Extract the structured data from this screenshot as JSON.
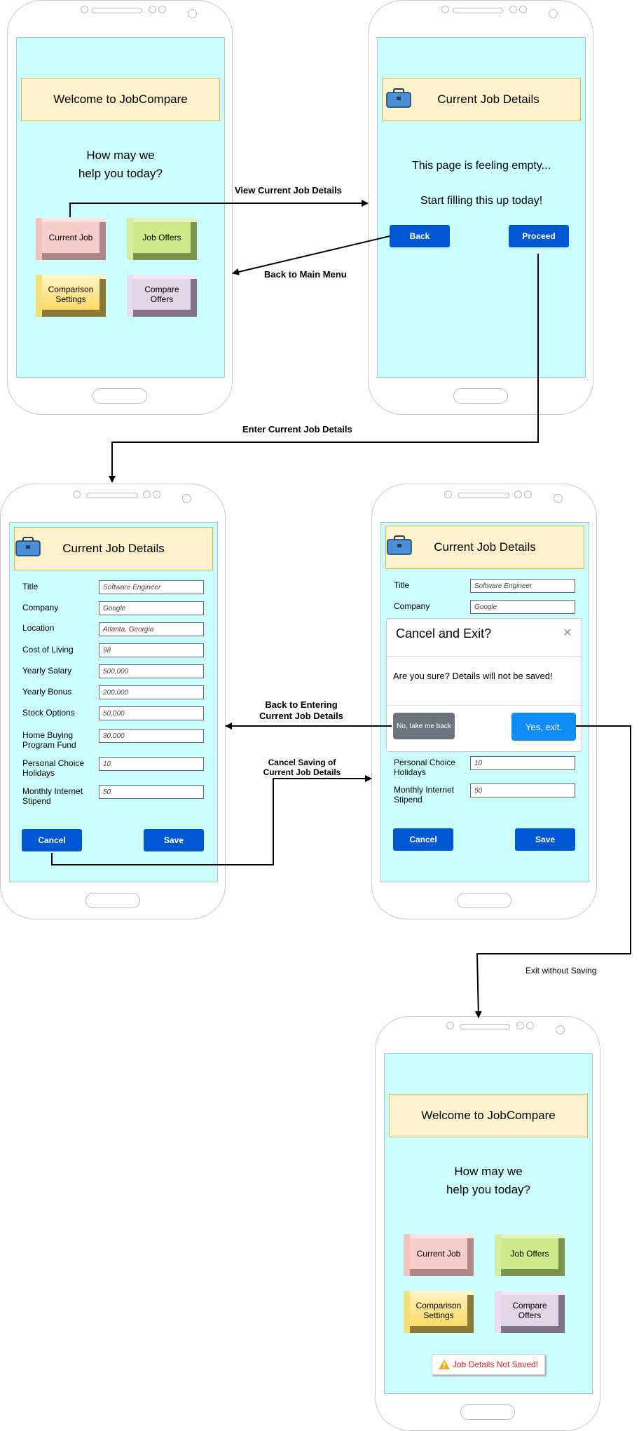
{
  "app_title": "Welcome to JobCompare",
  "greeting_line1": "How may we",
  "greeting_line2": "help you today?",
  "menu": {
    "current_job": "Current Job",
    "job_offers": "Job Offers",
    "comparison_settings_1": "Comparison",
    "comparison_settings_2": "Settings",
    "compare_offers": "Compare Offers"
  },
  "details_title": "Current Job Details",
  "empty_line1": "This page is feeling empty...",
  "empty_line2": "Start filling this up today!",
  "back_label": "Back",
  "proceed_label": "Proceed",
  "form": {
    "fields": [
      {
        "l1": "Title",
        "l2": "",
        "value": "Software Engineer"
      },
      {
        "l1": "Company",
        "l2": "",
        "value": "Google"
      },
      {
        "l1": "Location",
        "l2": "",
        "value": "Atlanta, Georgia"
      },
      {
        "l1": "Cost of Living",
        "l2": "",
        "value": "98"
      },
      {
        "l1": "Yearly Salary",
        "l2": "",
        "value": "500,000"
      },
      {
        "l1": "Yearly Bonus",
        "l2": "",
        "value": "200,000"
      },
      {
        "l1": "Stock Options",
        "l2": "",
        "value": "50,000"
      },
      {
        "l1": "Home Buying",
        "l2": "Program Fund",
        "value": "30,000"
      },
      {
        "l1": "Personal Choice",
        "l2": "Holidays",
        "value": "10"
      },
      {
        "l1": "Monthly Internet",
        "l2": "Stipend",
        "value": "50"
      }
    ],
    "cancel_label": "Cancel",
    "save_label": "Save"
  },
  "dialog": {
    "title": "Cancel and Exit?",
    "close": "×",
    "message": "Are you sure? Details will not be saved!",
    "no_label": "No, take me back",
    "yes_label": "Yes, exit."
  },
  "toast": {
    "icon": "warning-icon",
    "text": "Job Details Not Saved!"
  },
  "arrows": {
    "view_current": "View Current Job Details",
    "back_main": "Back to Main Menu",
    "enter_current": "Enter Current Job Details",
    "back_entering_1": "Back to Entering",
    "back_entering_2": "Current Job Details",
    "cancel_saving_1": "Cancel Saving of",
    "cancel_saving_2": "Current Job Details",
    "exit_without": "Exit without Saving"
  },
  "colors": {
    "screen": "#ccffff",
    "header": "#fff2cc",
    "primary": "#0057d2",
    "dialog_yes": "#0f8cf7",
    "dialog_no": "#6c757d",
    "tile_current": "#f8cecc",
    "tile_offers": "#cdeb8b",
    "tile_settings": "#fff2a8",
    "tile_compare": "#e1d5e7",
    "toast_text": "#e02020"
  }
}
